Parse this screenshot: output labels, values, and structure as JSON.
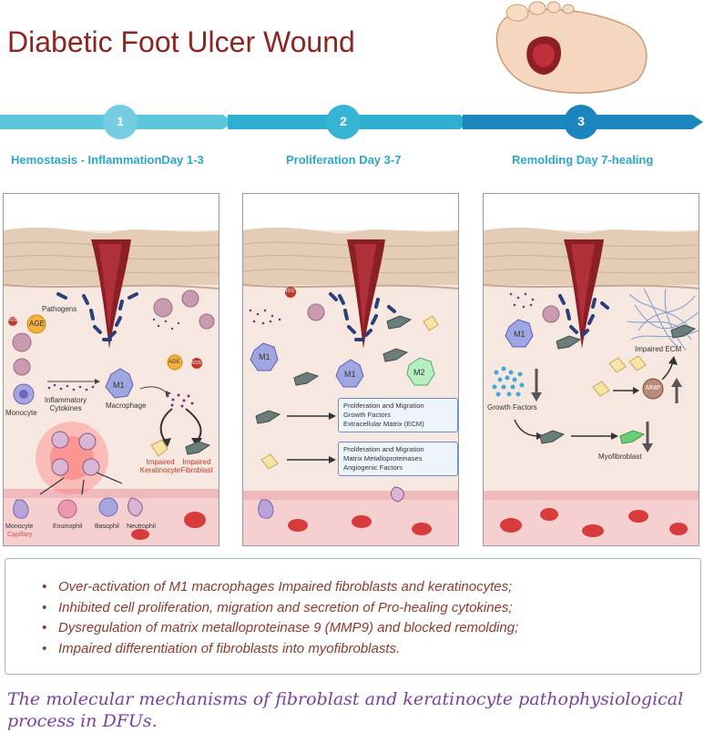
{
  "title": "Diabetic Foot Ulcer Wound",
  "timeline": {
    "steps": [
      {
        "number": "1",
        "label": "Hemostasis - InflammationDay 1-3"
      },
      {
        "number": "2",
        "label": "Proliferation Day 3-7"
      },
      {
        "number": "3",
        "label": "Remolding Day 7-healing"
      }
    ],
    "colors": {
      "light": "#5cc6dc",
      "mid": "#2eaed0",
      "dark": "#1a88bf"
    }
  },
  "panel1": {
    "ros": "ROS",
    "age": "AGE",
    "pathogens": "Pathogens",
    "monocyte": "Monocyte",
    "inflammatory_cytokines": "Inflammatory Cytokines",
    "m1": "M1",
    "macrophage": "Macrophage",
    "age2": "AGE",
    "ros2": "ROS",
    "impaired_keratinocyte": "Impaired Keratinocyte",
    "impaired_fibroblast": "Impaired Fibroblast",
    "monocyte2": "Monocyte",
    "capillary": "Capillary",
    "eosinophil": "Eosinophil",
    "basophil": "Basophil",
    "neutrophil": "Neutrophil"
  },
  "panel2": {
    "ros": "ROS",
    "m1_left": "M1",
    "m1_center": "M1",
    "m2": "M2",
    "box1": [
      "Proliferation and Migration",
      "Growth Factors",
      "Extracellular Matrix (ECM)"
    ],
    "box2": [
      "Proliferation and Migration",
      "Matrix Metalloproteinases",
      "Angiogenic Factors"
    ]
  },
  "panel3": {
    "m1": "M1",
    "impaired_ecm": "Impaired ECM",
    "growth_factors": "Growth Factors",
    "mmp": "MMP",
    "myofibroblast": "Myofibroblast"
  },
  "summary": [
    "Over-activation of M1 macrophages Impaired fibroblasts and keratinocytes;",
    "Inhibited cell proliferation, migration and secretion of Pro-healing cytokines;",
    "Dysregulation of matrix metalloproteinase 9   (MMP9)  and blocked remolding;",
    "Impaired differentiation of fibroblasts into myofibroblasts."
  ],
  "caption": "The molecular mechanisms of fibroblast and keratinocyte pathophysiological process in DFUs."
}
